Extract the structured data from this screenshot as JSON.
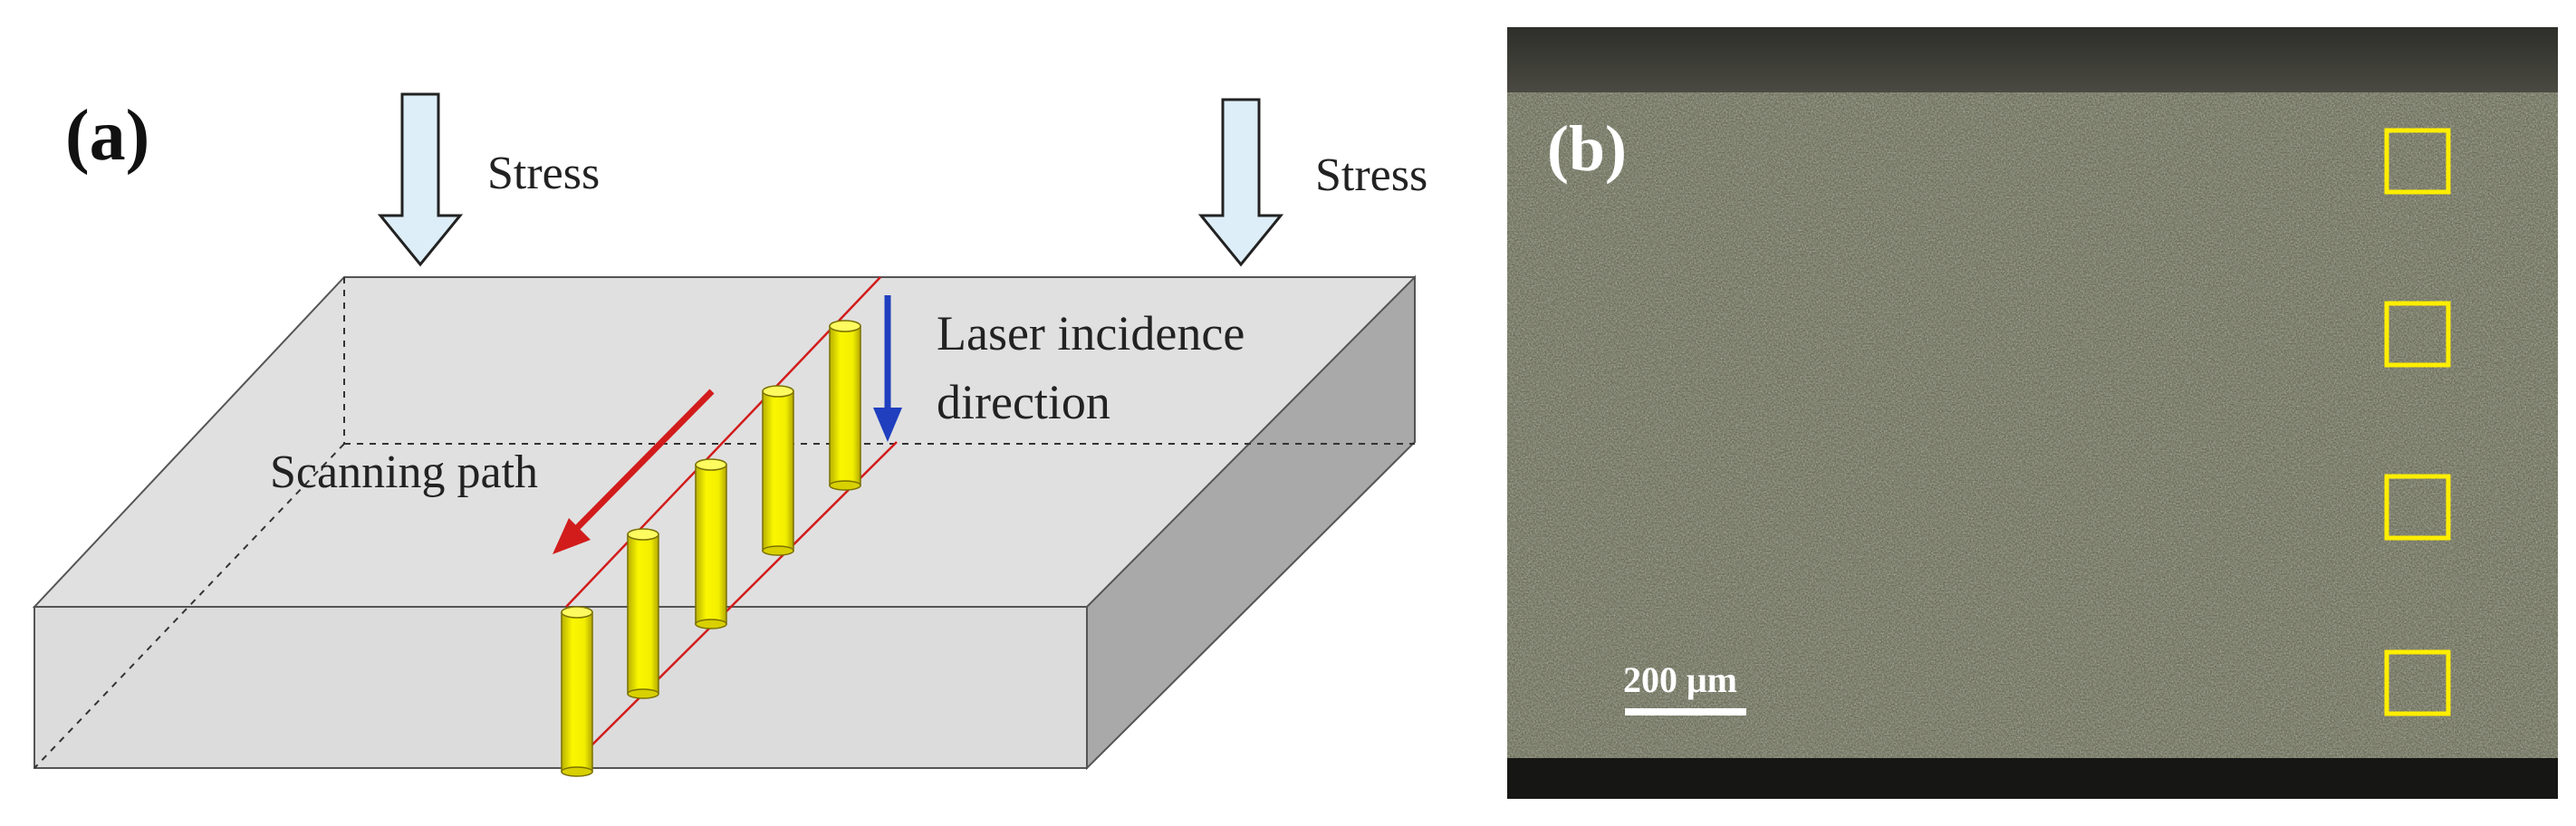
{
  "panel_a": {
    "label": "(a)",
    "stress_left": "Stress",
    "stress_right": "Stress",
    "laser_line1": "Laser incidence",
    "laser_line2": "direction",
    "scanning_label": "Scanning path",
    "colors": {
      "block_top": "#e0e0e0",
      "block_front": "#dcdcdc",
      "block_side": "#a9a9a9",
      "arrow_fill": "#ddeef8",
      "scan_line": "#d21c1c",
      "laser_arrow": "#1f3fbf",
      "track": "#f2ee00"
    }
  },
  "panel_b": {
    "label": "(b)",
    "scalebar_label": "200 μm",
    "colors": {
      "box_outline": "#ffee00",
      "micrograph_base": "#6a6c58"
    }
  }
}
